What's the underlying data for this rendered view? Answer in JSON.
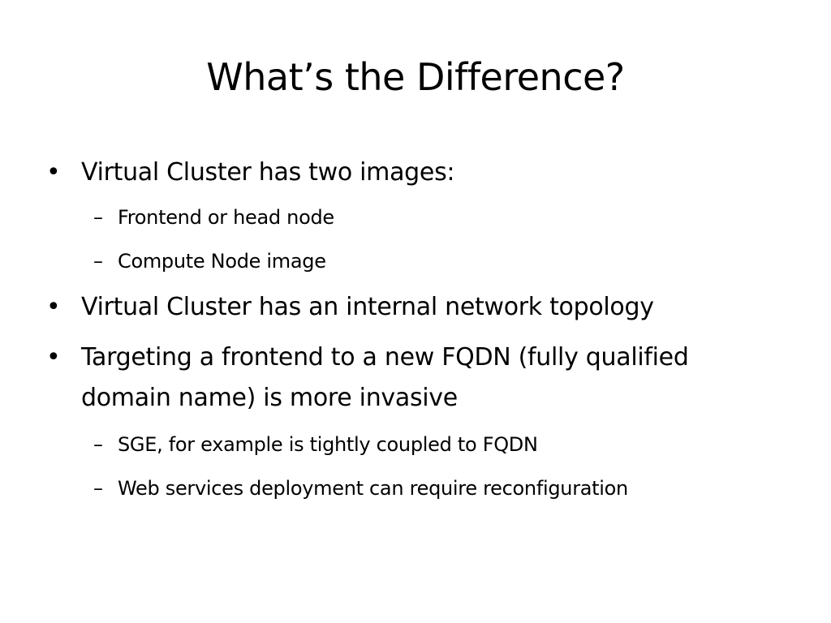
{
  "slide": {
    "title": "What’s the Difference?",
    "bullets": [
      {
        "level": 1,
        "marker": "•",
        "text": "Virtual Cluster has two images:"
      },
      {
        "level": 2,
        "marker": "–",
        "text": "Frontend or head node"
      },
      {
        "level": 2,
        "marker": "–",
        "text": "Compute Node image"
      },
      {
        "level": 1,
        "marker": "•",
        "text": "Virtual Cluster has an internal network topology"
      },
      {
        "level": 1,
        "marker": "•",
        "text": "Targeting a frontend to a new FQDN (fully qualified domain name) is more invasive"
      },
      {
        "level": 2,
        "marker": "–",
        "text": "SGE, for example is tightly coupled to FQDN"
      },
      {
        "level": 2,
        "marker": "–",
        "text": "Web services deployment  can require reconfiguration"
      }
    ]
  }
}
